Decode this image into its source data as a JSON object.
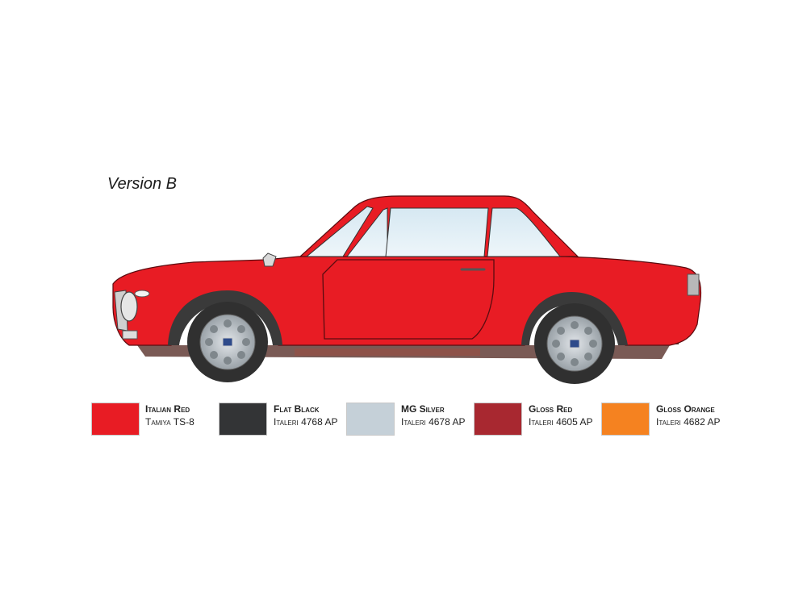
{
  "version_title": "Version B",
  "colors": [
    {
      "name": "Italian Red",
      "code": "Tamiya TS-8",
      "hex": "#e81c24"
    },
    {
      "name": "Flat Black",
      "code": "Italeri 4768 AP",
      "hex": "#333436"
    },
    {
      "name": "MG Silver",
      "code": "Italeri 4678 AP",
      "hex": "#c5d0d8"
    },
    {
      "name": "Gloss Red",
      "code": "Italeri 4605 AP",
      "hex": "#a82830"
    },
    {
      "name": "Gloss Orange",
      "code": "Italeri 4682 AP",
      "hex": "#f58220"
    }
  ],
  "illustration": {
    "subject": "red-coupe-side-view"
  }
}
